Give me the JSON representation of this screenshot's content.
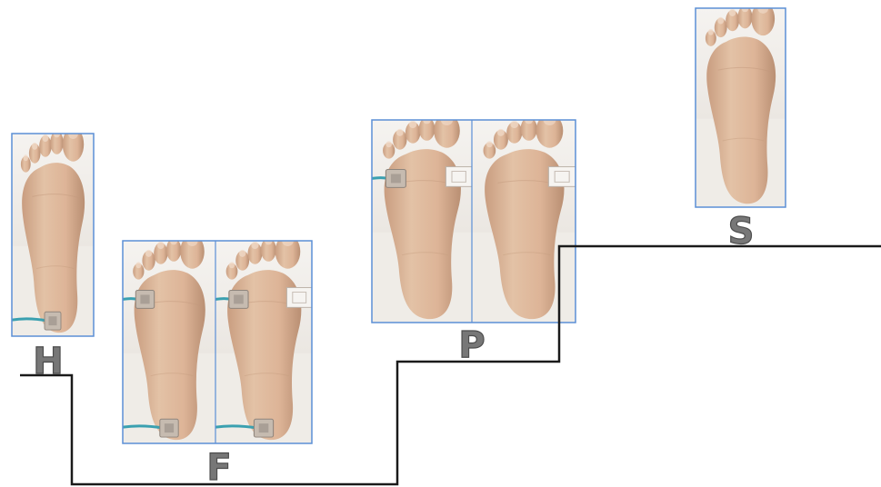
{
  "colors": {
    "background": "#ffffff",
    "photo_border": "#5b8fd6",
    "skin_light": "#ead2b8",
    "skin_mid": "#d9b092",
    "skin_shadow": "#b98f73",
    "toe_nail": "#f1dccb",
    "sheet": "#f2efe9",
    "electrode_pad": "#c6bbb0",
    "electrode_sensor": "#f6f4f1",
    "cable": "#3aa0b0",
    "step_line": "#1a1a1a",
    "label_fill": "#777777",
    "label_stroke": "#4d4d4d"
  },
  "icons": {
    "foot_photo": "foot-sole-photo-icon",
    "electrode": "electrode-pad-icon",
    "sensor": "pressure-sensor-icon"
  },
  "phases": [
    {
      "key": "heel",
      "label": "H"
    },
    {
      "key": "flat",
      "label": "F"
    },
    {
      "key": "push",
      "label": "P"
    },
    {
      "key": "swing",
      "label": "S"
    }
  ]
}
